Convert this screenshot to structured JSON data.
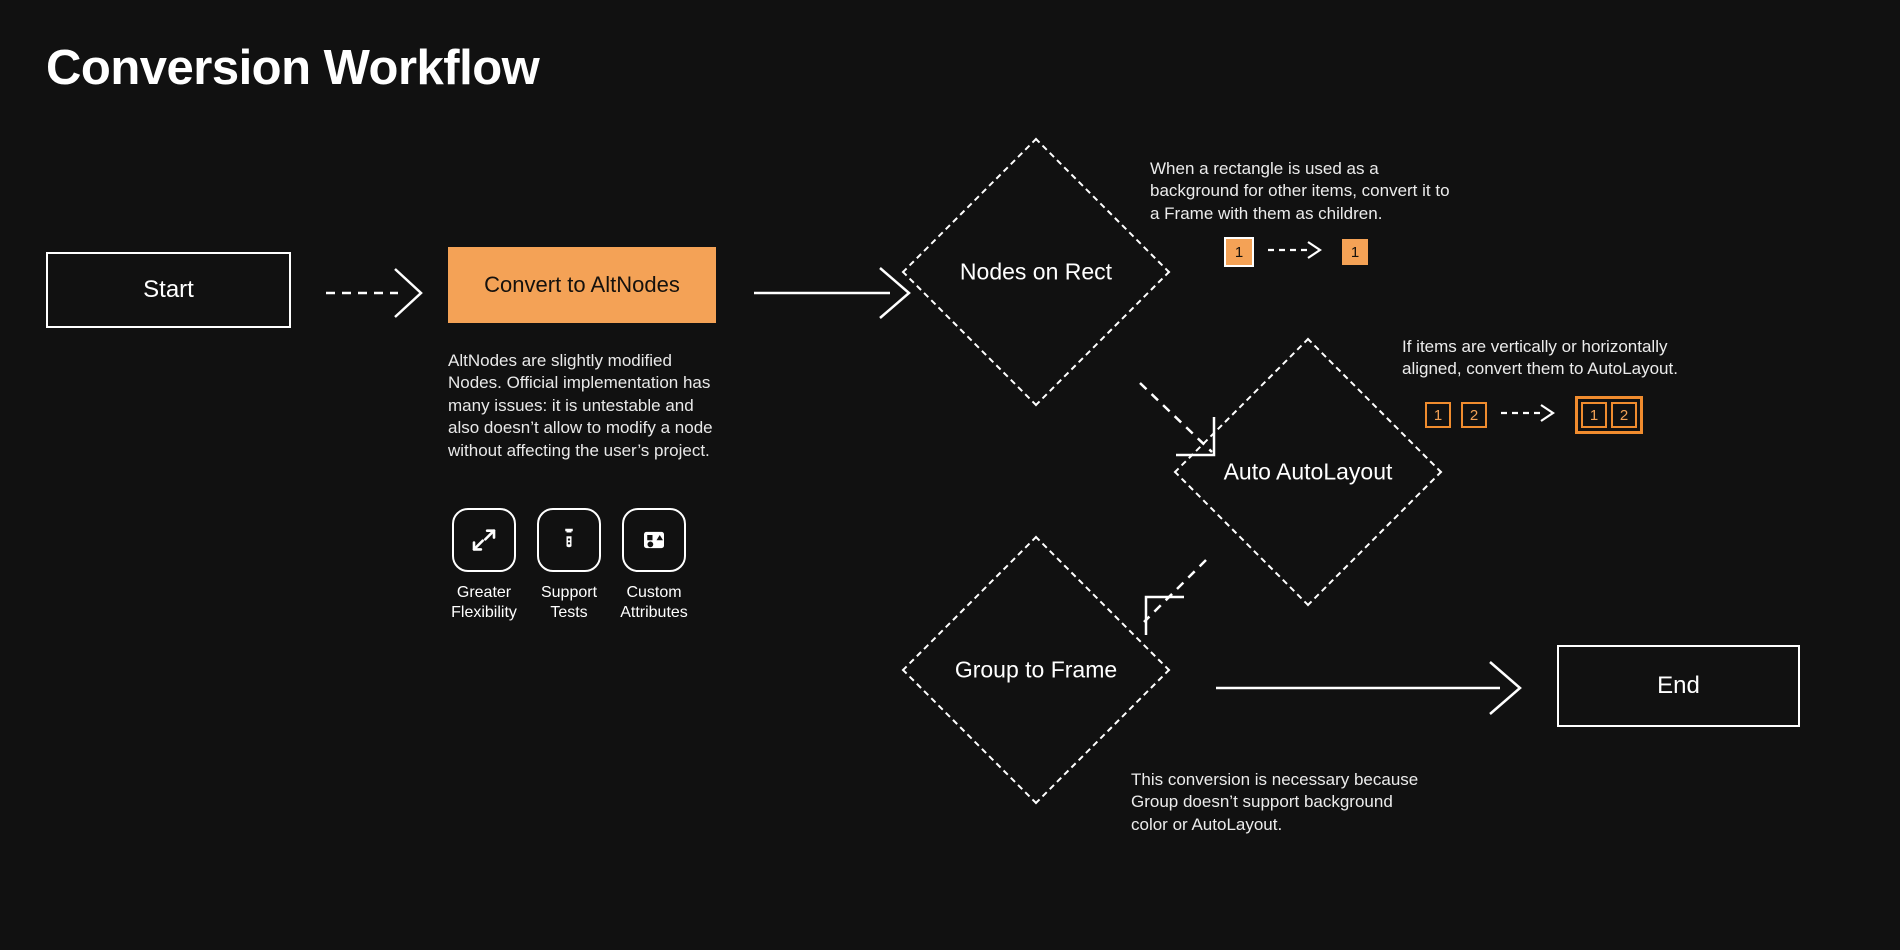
{
  "page": {
    "title": "Conversion Workflow",
    "background_color": "#111111",
    "accent_color": "#F4A256",
    "accent_border_color": "#F08C2E",
    "line_color": "#ffffff"
  },
  "nodes": {
    "start": {
      "label": "Start",
      "shape": "rectangle"
    },
    "convert": {
      "label": "Convert to AltNodes",
      "shape": "rectangle-filled"
    },
    "nodes_on_rect": {
      "label": "Nodes on Rect",
      "shape": "diamond"
    },
    "auto_autolayout": {
      "label": "Auto AutoLayout",
      "shape": "diamond"
    },
    "group_to_frame": {
      "label": "Group to Frame",
      "shape": "diamond"
    },
    "end": {
      "label": "End",
      "shape": "rectangle"
    }
  },
  "description": {
    "text": "AltNodes are slightly modified Nodes. Official implementation has many issues: it is untestable and also doesn’t allow to modify a node without affecting the user’s project."
  },
  "features": [
    {
      "icon": "expand-arrows-icon",
      "label": "Greater Flexibility"
    },
    {
      "icon": "test-tube-icon",
      "label": "Support Tests"
    },
    {
      "icon": "shapes-panel-icon",
      "label": "Custom Attributes"
    }
  ],
  "annotations": [
    {
      "id": "rect-to-frame",
      "text": "When a rectangle is used as a background for other items, convert it to a Frame with them as children.",
      "before": [
        {
          "label": "1",
          "style": "solid-outlined"
        }
      ],
      "after": [
        {
          "label": "1",
          "style": "solid"
        }
      ],
      "arrow": "dashed"
    },
    {
      "id": "items-to-autolayout",
      "text": "If items are vertically or horizontally aligned, convert them to AutoLayout.",
      "before": [
        {
          "label": "1",
          "style": "outline"
        },
        {
          "label": "2",
          "style": "outline"
        }
      ],
      "after": [
        {
          "label": "1",
          "style": "outline"
        },
        {
          "label": "2",
          "style": "outline"
        }
      ],
      "after_framed": true,
      "arrow": "dashed"
    },
    {
      "id": "group-frame-note",
      "text": "This conversion is necessary because Group doesn’t support background color or AutoLayout."
    }
  ],
  "connectors": [
    {
      "from": "start",
      "to": "convert",
      "style": "dashed"
    },
    {
      "from": "convert",
      "to": "nodes_on_rect",
      "style": "solid"
    },
    {
      "from": "nodes_on_rect",
      "to": "auto_autolayout",
      "style": "dashed-elbow"
    },
    {
      "from": "auto_autolayout",
      "to": "group_to_frame",
      "style": "dashed-elbow"
    },
    {
      "from": "group_to_frame",
      "to": "end",
      "style": "solid"
    }
  ]
}
